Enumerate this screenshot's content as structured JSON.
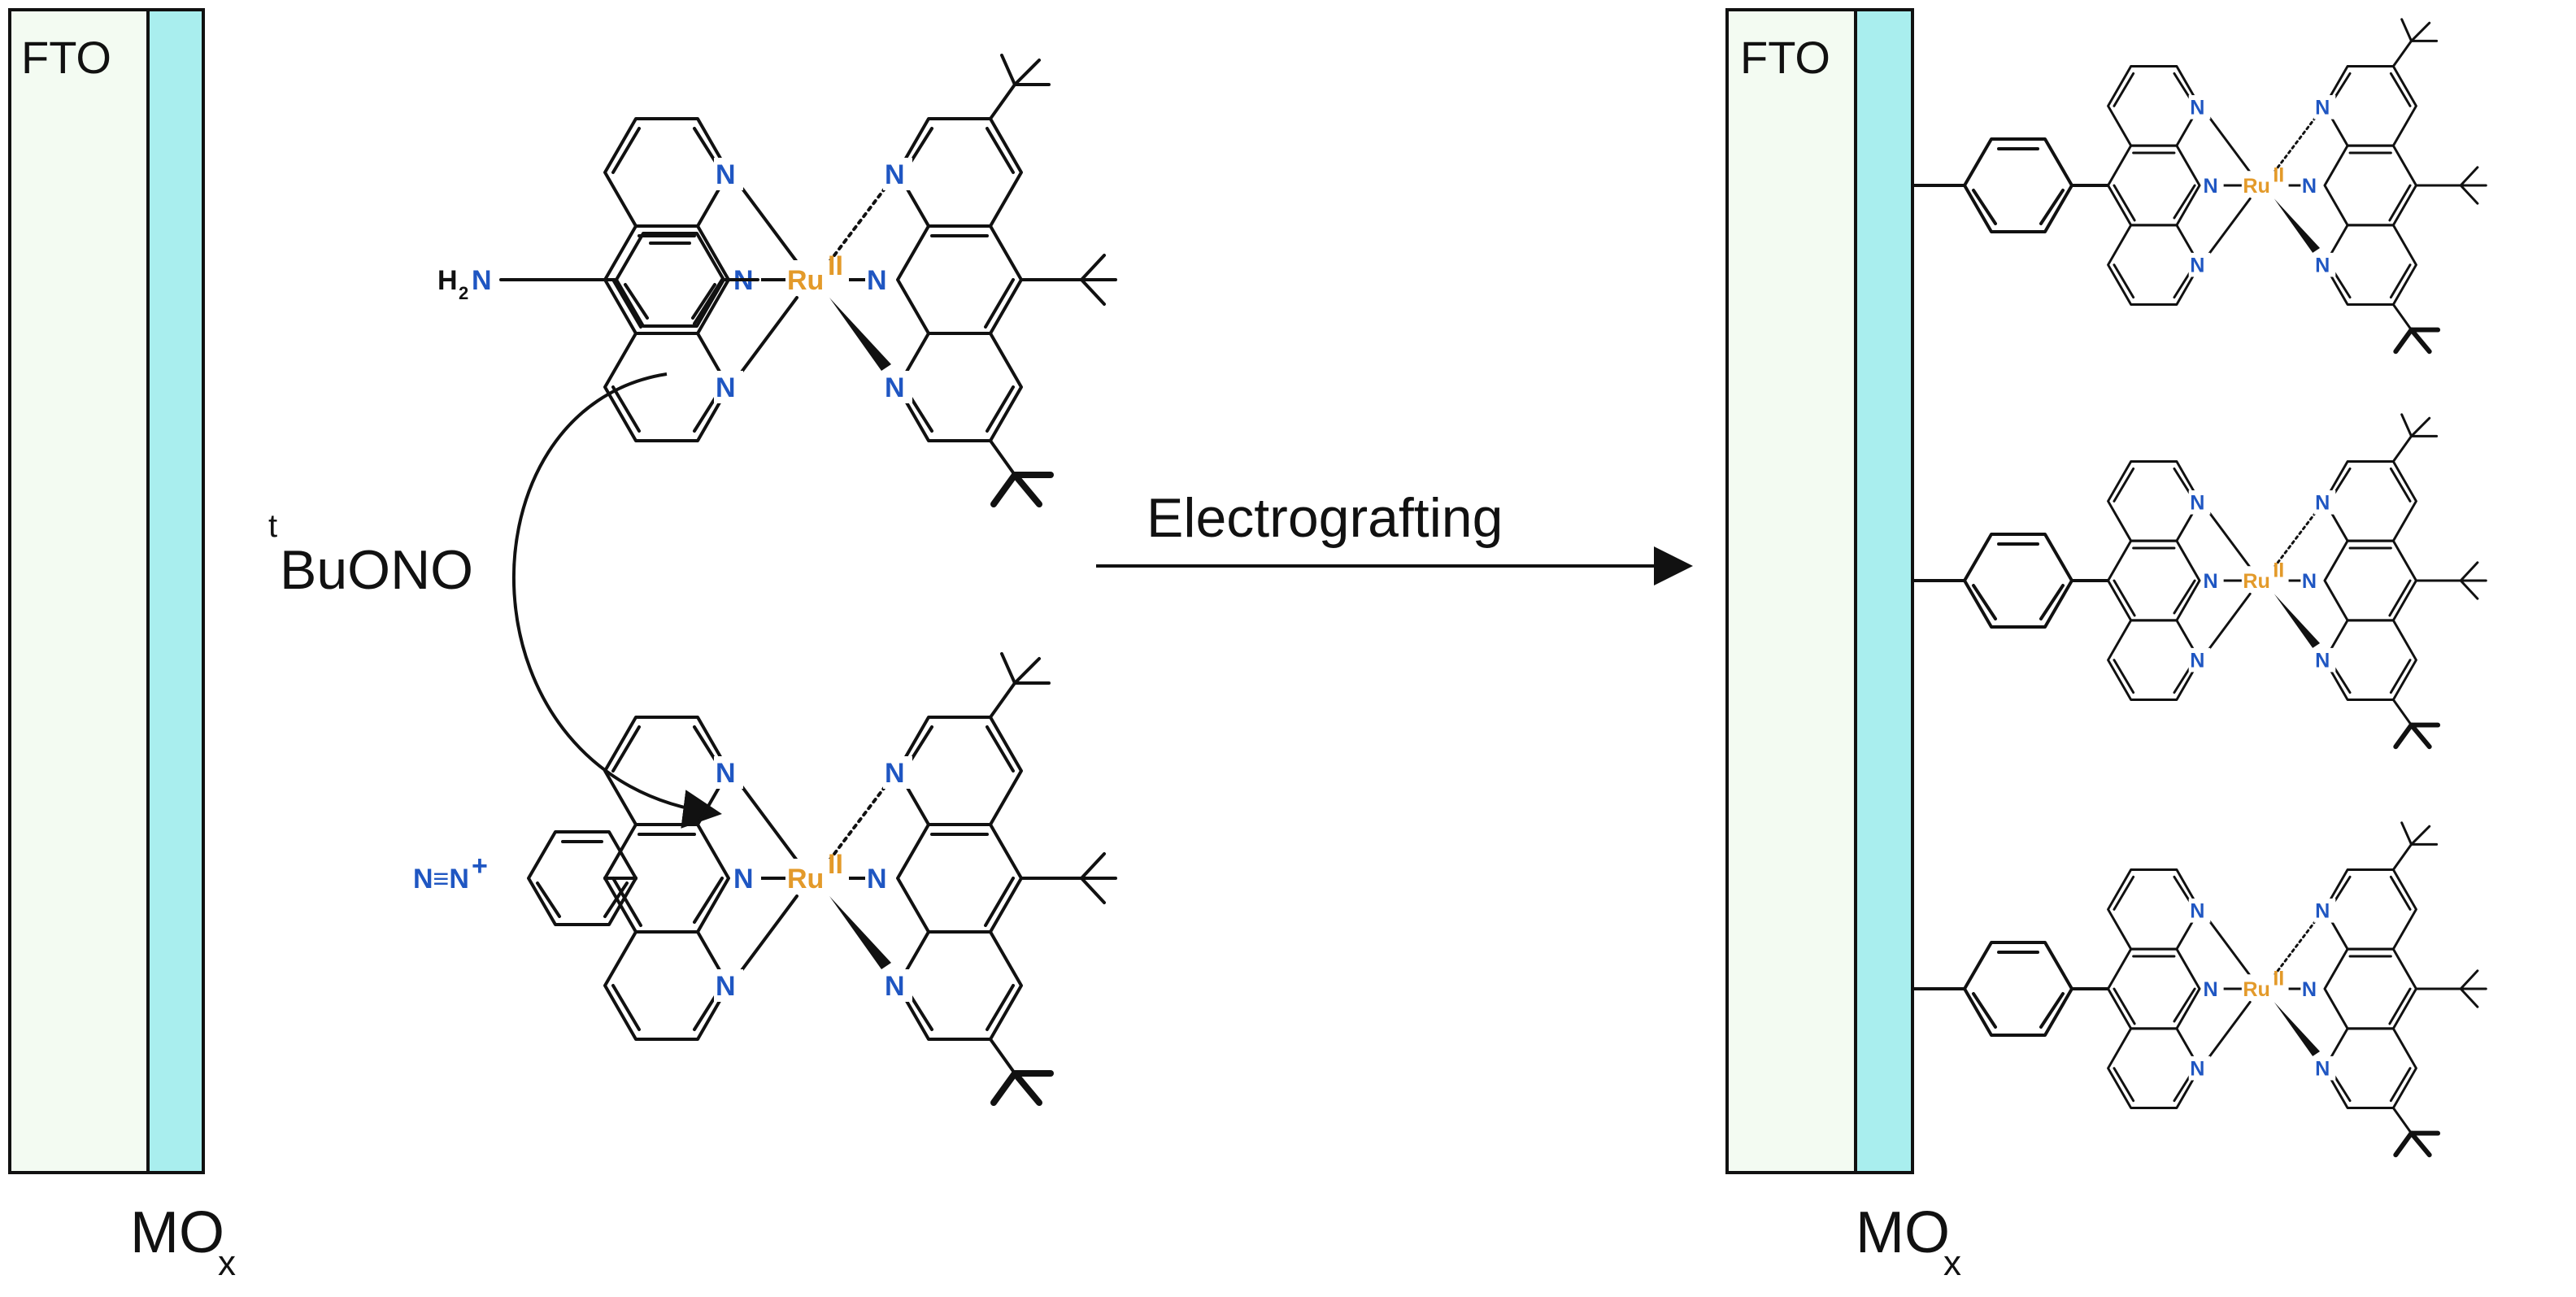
{
  "left_electrode": {
    "fto_label": "FTO",
    "mox_label": "MO",
    "mox_sub": "x"
  },
  "right_electrode": {
    "fto_label": "FTO",
    "mox_label": "MO",
    "mox_sub": "x"
  },
  "reagent": {
    "label": "BuONO",
    "superscript": "t"
  },
  "reaction": {
    "label": "Electrografting"
  },
  "complex_top": {
    "amine_label": "H",
    "amine_sub": "2",
    "amine_N": "N"
  },
  "complex_bottom": {
    "diazonium_label": "N≡N",
    "diazonium_charge": "+"
  },
  "atoms": {
    "N": "N",
    "Ru": "Ru",
    "Ru_ox": "II"
  },
  "colors": {
    "fto_fill": "#f3fbf2",
    "mox_fill": "#a9eeee",
    "nitrogen": "#1f56c2",
    "ruthenium": "#e39a2a",
    "stroke": "#111111"
  }
}
